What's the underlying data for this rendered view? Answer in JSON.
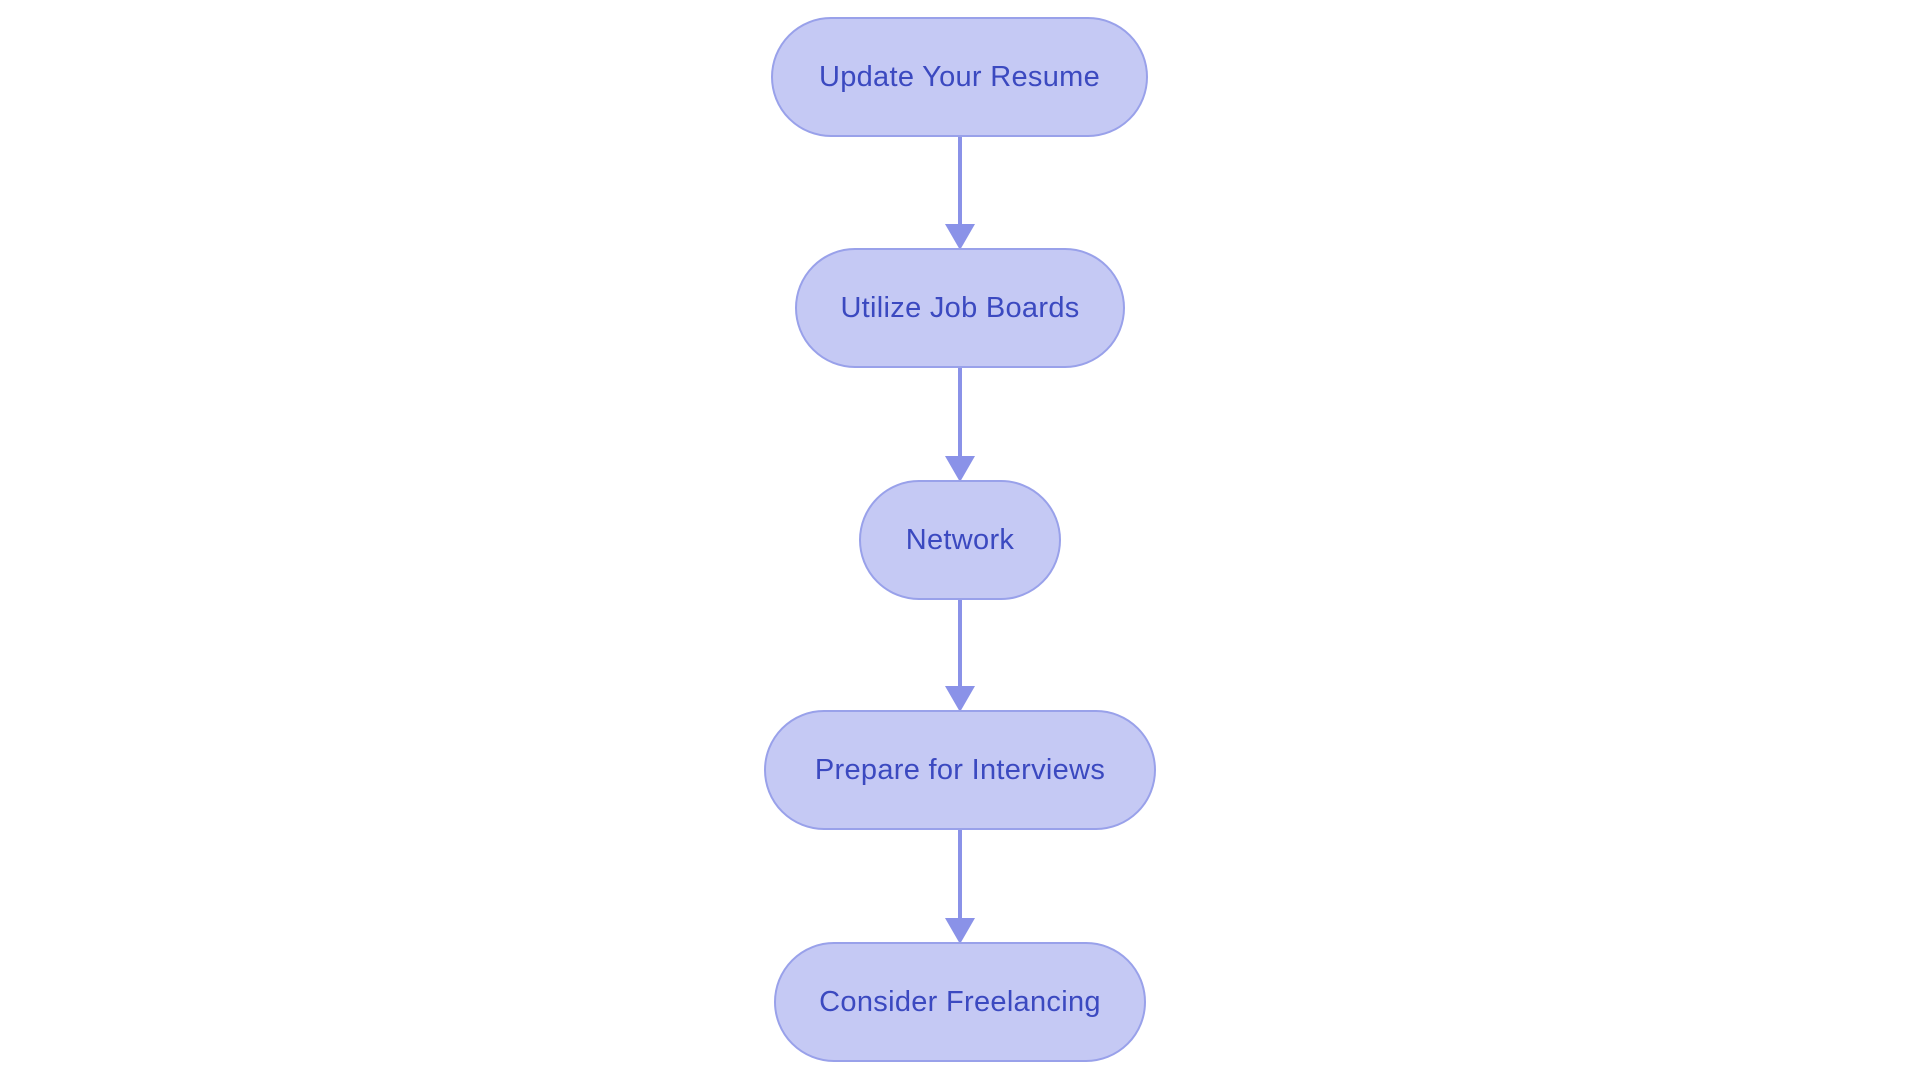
{
  "diagram": {
    "type": "flowchart",
    "direction": "top-down",
    "colors": {
      "background": "#ffffff",
      "node_fill": "#c5c9f4",
      "node_border": "#99a1ea",
      "node_text": "#3b49c0",
      "arrow_color": "#8a92e8"
    },
    "nodes": [
      {
        "id": "update-resume",
        "label": "Update Your Resume"
      },
      {
        "id": "utilize-job-boards",
        "label": "Utilize Job Boards"
      },
      {
        "id": "network",
        "label": "Network"
      },
      {
        "id": "prepare-for-interviews",
        "label": "Prepare for Interviews"
      },
      {
        "id": "consider-freelancing",
        "label": "Consider Freelancing"
      }
    ],
    "edges": [
      {
        "from": "update-resume",
        "to": "utilize-job-boards"
      },
      {
        "from": "utilize-job-boards",
        "to": "network"
      },
      {
        "from": "network",
        "to": "prepare-for-interviews"
      },
      {
        "from": "prepare-for-interviews",
        "to": "consider-freelancing"
      }
    ]
  }
}
